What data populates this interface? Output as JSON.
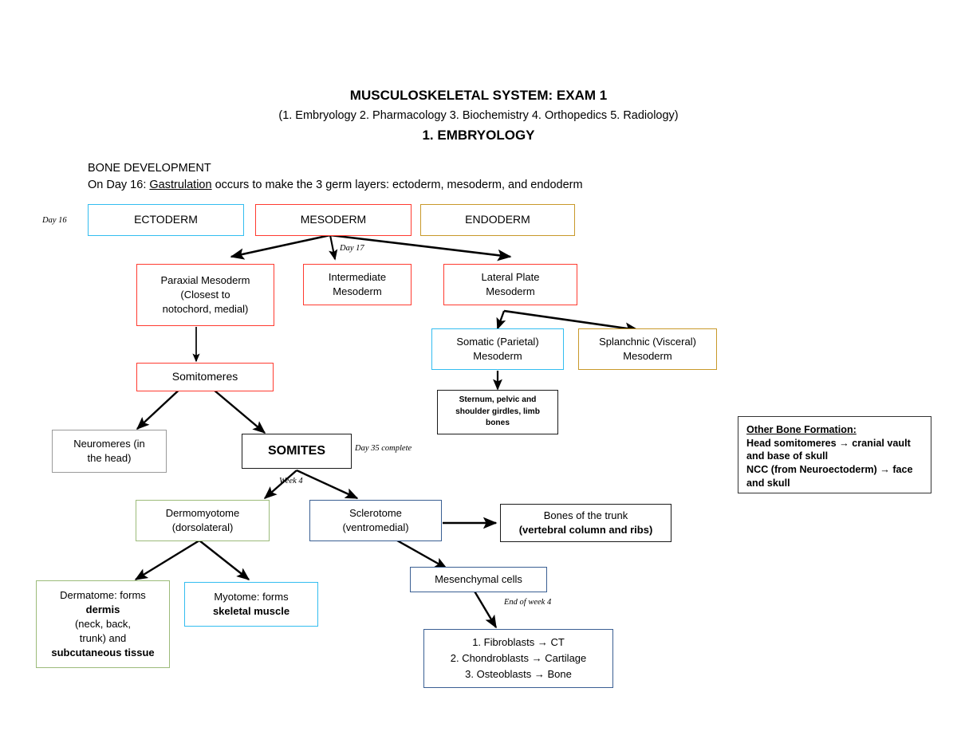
{
  "document": {
    "title": "MUSCULOSKELETAL SYSTEM: EXAM 1",
    "subtitle": "(1. Embryology 2. Pharmacology 3. Biochemistry 4. Orthopedics 5. Radiology)",
    "section_heading": "1. EMBRYOLOGY",
    "topic_heading": "BONE DEVELOPMENT",
    "intro_prefix": "On Day 16: ",
    "intro_underlined": "Gastrulation",
    "intro_suffix": " occurs to make the 3 germ layers: ectoderm, mesoderm, and endoderm"
  },
  "diagram": {
    "type": "flowchart",
    "stage_labels": {
      "day16": "Day 16",
      "day17": "Day 17",
      "day35": "Day 35 complete",
      "week4": "Week 4",
      "end_week4": "End of week 4"
    },
    "nodes": [
      {
        "id": "ectoderm",
        "label": "ECTODERM",
        "color": "#33bdf0"
      },
      {
        "id": "mesoderm",
        "label": "MESODERM",
        "color": "#ff3b30"
      },
      {
        "id": "endoderm",
        "label": "ENDODERM",
        "color": "#c8992a"
      },
      {
        "id": "paraxial",
        "line1": "Paraxial Mesoderm",
        "line2": "(Closest to",
        "line3": "notochord, medial)",
        "color": "#ff3b30"
      },
      {
        "id": "intermediate",
        "line1": "Intermediate",
        "line2": "Mesoderm",
        "color": "#ff3b30"
      },
      {
        "id": "lateral",
        "line1": "Lateral Plate",
        "line2": "Mesoderm",
        "color": "#ff3b30"
      },
      {
        "id": "somatic",
        "line1": "Somatic (Parietal)",
        "line2": "Mesoderm",
        "color": "#33bdf0"
      },
      {
        "id": "splanchnic",
        "line1": "Splanchnic (Visceral)",
        "line2": "Mesoderm",
        "color": "#c8992a"
      },
      {
        "id": "sternum",
        "line1": "Sternum, pelvic and",
        "line2": "shoulder girdles, limb",
        "line3": "bones",
        "color": "#1a1a1a"
      },
      {
        "id": "somitomeres",
        "label": "Somitomeres",
        "color": "#ff3b30"
      },
      {
        "id": "neuromeres",
        "line1": "Neuromeres (in",
        "line2": "the head)",
        "color": "#9a9a9a"
      },
      {
        "id": "somites",
        "label": "SOMITES",
        "color": "#1a1a1a"
      },
      {
        "id": "dermomyotome",
        "line1": "Dermomyotome",
        "line2": "(dorsolateral)",
        "color": "#9cbb7a"
      },
      {
        "id": "sclerotome",
        "line1": "Sclerotome",
        "line2": "(ventromedial)",
        "color": "#3a5f93"
      },
      {
        "id": "bones_trunk",
        "line1": "Bones of the trunk",
        "line2": "(vertebral column and ribs)",
        "color": "#1a1a1a"
      },
      {
        "id": "dermatome",
        "line1": "Dermatome: forms",
        "line2a": "dermis",
        "line2b": " (neck, back,",
        "line3": "trunk) and",
        "line4": "subcutaneous tissue",
        "color": "#9cbb7a"
      },
      {
        "id": "myotome",
        "line1": "Myotome: forms",
        "line2": "skeletal muscle",
        "color": "#33bdf0"
      },
      {
        "id": "mesenchymal",
        "label": "Mesenchymal cells",
        "color": "#3a5f93"
      },
      {
        "id": "blasts",
        "line1": "1. Fibroblasts → CT",
        "line2": "2. Chondroblasts → Cartilage",
        "line3": "3. Osteoblasts → Bone",
        "color": "#3a5f93"
      }
    ],
    "note_box": {
      "heading": "Other Bone Formation:",
      "line1": "Head somitomeres → cranial vault",
      "line2": "and base of skull",
      "line3": "NCC (from Neuroectoderm) → face",
      "line4": "and skull"
    }
  }
}
